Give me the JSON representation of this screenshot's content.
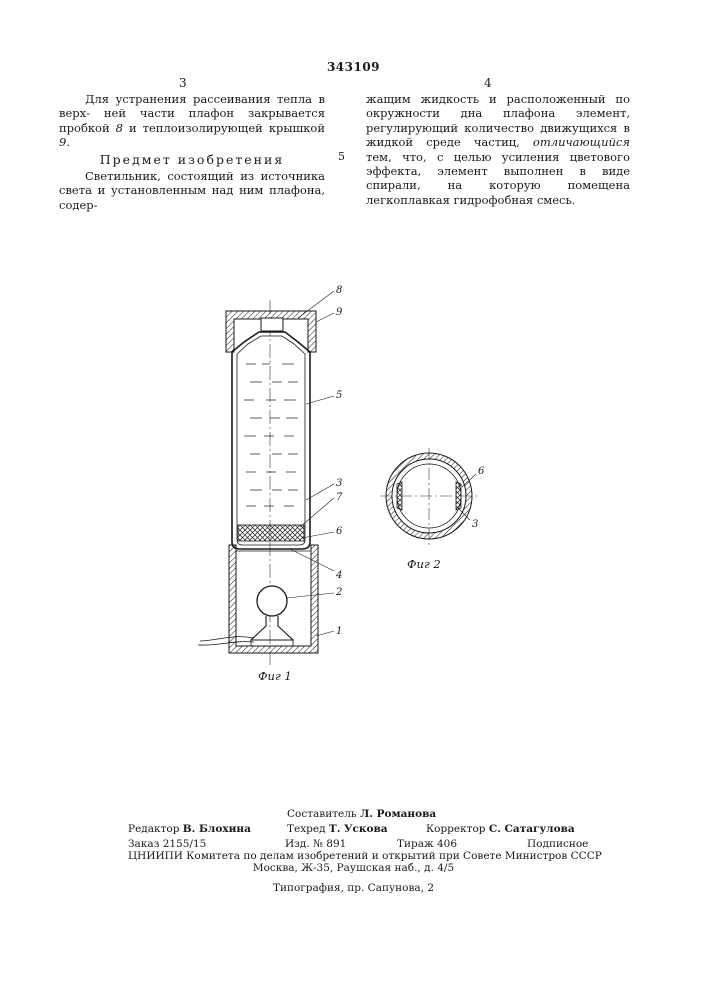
{
  "patent_number": "343109",
  "column_numbers": {
    "left": "3",
    "right": "4"
  },
  "left_column": {
    "para1_parts": [
      "Для устранения рассеивания тепла в верх- ней части плафон закрывается пробкой ",
      "8",
      " и теплоизолирующей крышкой ",
      "9",
      "."
    ],
    "heading": "Предмет изобретения",
    "para2": "Светильник, состоящий из источника света и установленным над ним плафона, содер-"
  },
  "right_column": {
    "para_parts": [
      "жащим жидкость и расположенный по окружности дна плафона элемент, регулирующий количество движущихся в жидкой среде частиц, ",
      "отличающийся",
      " тем, что, с целью усиления цветового эффекта, элемент выполнен в виде спирали, на которую помещена легкоплавкая гидрофобная смесь."
    ],
    "line_marker": "5"
  },
  "figure1": {
    "labels": [
      "8",
      "9",
      "5",
      "3",
      "7",
      "6",
      "4",
      "2",
      "1"
    ],
    "caption": "Фиг 1"
  },
  "figure2": {
    "labels": [
      "6",
      "3"
    ],
    "caption": "Фиг 2"
  },
  "footer": {
    "compiler_label": "Составитель",
    "compiler_name": "Л. Романова",
    "editor_label": "Редактор",
    "editor_name": "В. Блохина",
    "techred_label": "Техред",
    "techred_name": "Т. Ускова",
    "corrector_label": "Корректор",
    "corrector_name": "С. Сатагулова",
    "order": "Заказ 2155/15",
    "izd": "Изд. № 891",
    "tirazh": "Тираж 406",
    "podpisnoe": "Подписное",
    "org_line": "ЦНИИПИ Комитета по делам изобретений и открытий при Совете Министров СССР",
    "address": "Москва, Ж-35, Раушская наб., д. 4/5",
    "printer": "Типография, пр. Сапунова, 2"
  }
}
